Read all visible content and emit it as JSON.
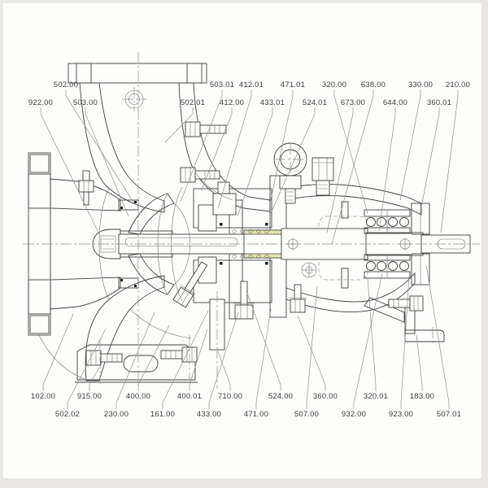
{
  "drawing": {
    "subject": "centrifugal-pump-sectional-drawing",
    "colors": {
      "section_fill": "#f3f1c8",
      "hatch_line": "#aaa57f",
      "outline": "#3f3f3f",
      "leader_line": "#8f8f8f",
      "label_text": "#3c3c3c",
      "background": "#fdfdfb"
    },
    "part_labels": {
      "top_row_1": [
        "502.00",
        "503.01",
        "412.01",
        "471.01",
        "320.00",
        "638.00",
        "330.00",
        "210.00"
      ],
      "top_row_2": [
        "922.00",
        "503.00",
        "502.01",
        "412.00",
        "433.01",
        "524.01",
        "673.00",
        "644.00",
        "360.01"
      ],
      "bottom_row_1": [
        "102.00",
        "915.00",
        "400.00",
        "400.01",
        "710.00",
        "524.00",
        "360.00",
        "320.01",
        "183.00"
      ],
      "bottom_row_2": [
        "502.02",
        "230.00",
        "161.00",
        "433.00",
        "471.00",
        "507.00",
        "932.00",
        "923.00",
        "507.01"
      ]
    }
  }
}
